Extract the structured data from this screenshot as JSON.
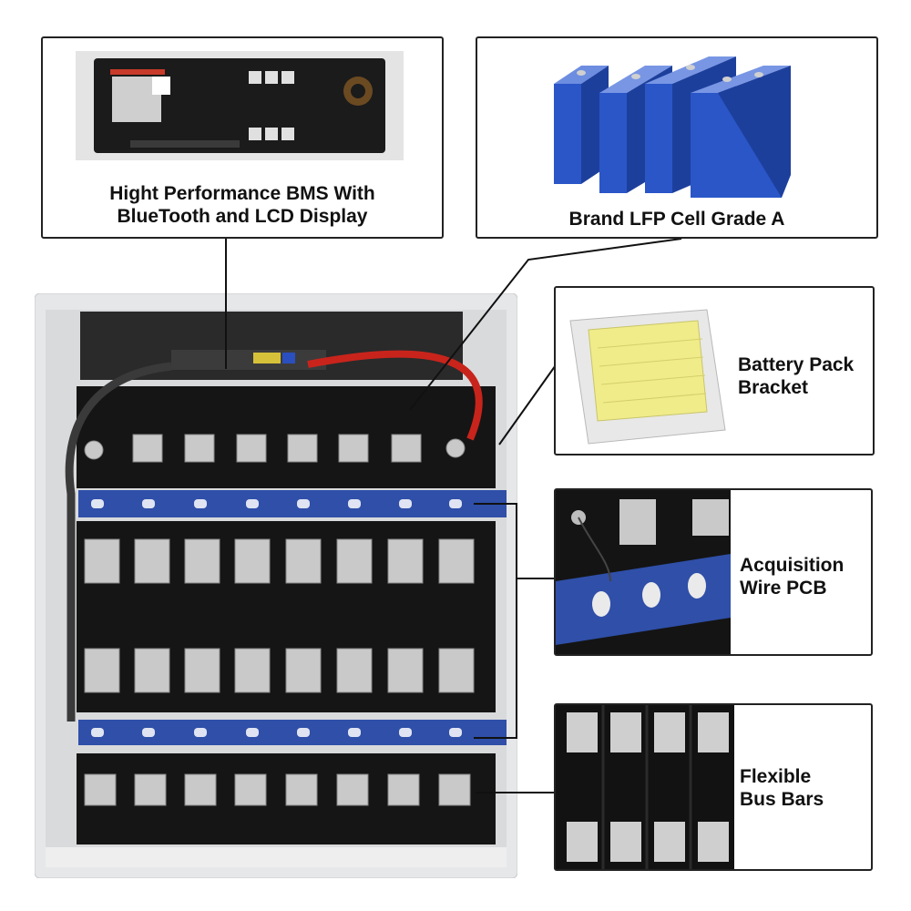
{
  "callouts": {
    "bms": {
      "title_line1": "Hight Performance BMS With",
      "title_line2": "BlueTooth and LCD Display"
    },
    "cell": {
      "title": "Brand LFP Cell Grade A"
    },
    "bracket": {
      "title_line1": "Battery Pack",
      "title_line2": "Bracket"
    },
    "pcb": {
      "title_line1": "Acquisition",
      "title_line2": "Wire PCB"
    },
    "busbar": {
      "title_line1": "Flexible",
      "title_line2": "Bus Bars"
    }
  },
  "colors": {
    "cell_blue": "#2a56c8",
    "pcb_blue": "#2f4fa8",
    "bracket_yellow": "#f0ec8a",
    "cable_red": "#c8241c",
    "cell_black": "#151515",
    "terminal_silver": "#c9c9c9"
  }
}
